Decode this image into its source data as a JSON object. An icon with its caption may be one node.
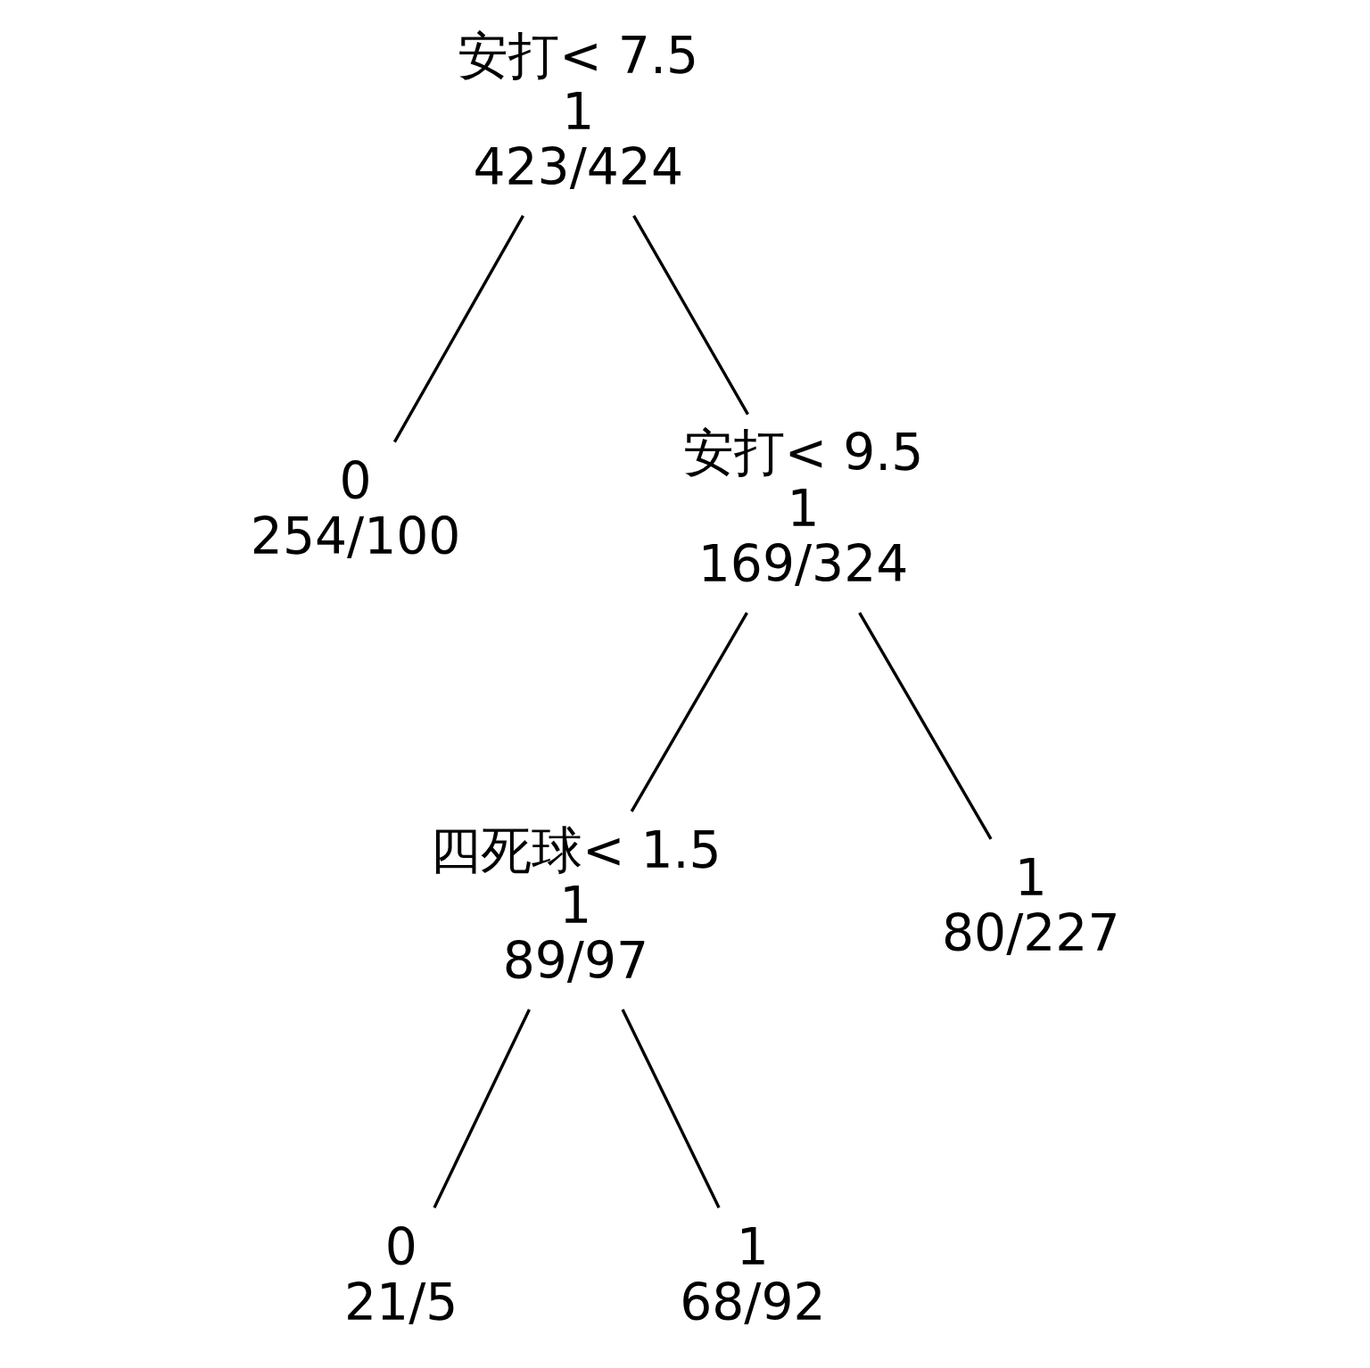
{
  "diagram": {
    "nodes": [
      {
        "text": [
          "安打< 7.5",
          "1",
          "423/424"
        ]
      },
      {
        "text": [
          "0",
          "254/100"
        ]
      },
      {
        "text": [
          "安打< 9.5",
          "1",
          "169/324"
        ]
      },
      {
        "text": [
          "四死球< 1.5",
          "1",
          "89/97"
        ]
      },
      {
        "text": [
          "1",
          "80/227"
        ]
      },
      {
        "text": [
          "0",
          "21/5"
        ]
      },
      {
        "text": [
          "1",
          "68/92"
        ]
      }
    ],
    "edges": [
      {
        "from": 0,
        "to": 1,
        "arrow": "none"
      },
      {
        "from": 0,
        "to": 2,
        "arrow": "none"
      },
      {
        "from": 2,
        "to": 3,
        "arrow": "none"
      },
      {
        "from": 2,
        "to": 4,
        "arrow": "none"
      },
      {
        "from": 3,
        "to": 5,
        "arrow": "none"
      },
      {
        "from": 3,
        "to": 6,
        "arrow": "none"
      }
    ]
  }
}
